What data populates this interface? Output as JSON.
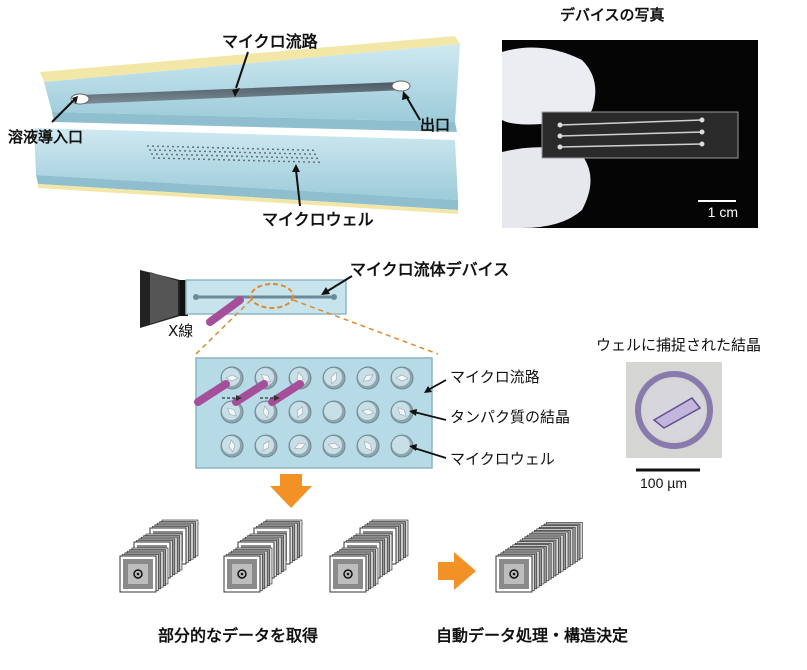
{
  "top": {
    "channel_label": "マイクロ流路",
    "inlet_label": "溶液導入口",
    "outlet_label": "出口",
    "well_label": "マイクロウェル",
    "photo_title": "デバイスの写真",
    "photo_scale": "1 cm"
  },
  "middle": {
    "device_label": "マイクロ流体デバイス",
    "xray_label": "X線",
    "zoom_channel_label": "マイクロ流路",
    "crystal_label": "タンパク質の結晶",
    "zoom_well_label": "マイクロウェル",
    "trapped_title": "ウェルに捕捉された結晶",
    "micro_scale": "100 µm"
  },
  "bottom": {
    "partial_label": "部分的なデータを取得",
    "process_label": "自動データ処理・構造決定"
  },
  "colors": {
    "glass": "#b9dbe6",
    "xray_beam": "#a54f9a",
    "arrow": "#f29125",
    "zoom_line": "#e08a2c"
  }
}
